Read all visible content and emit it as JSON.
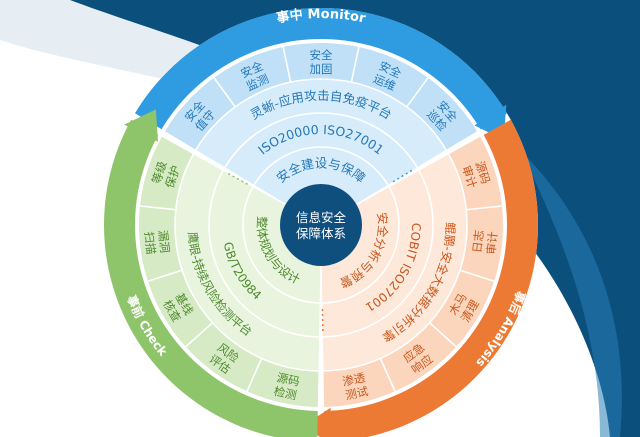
{
  "center": {
    "line1": "信息安全",
    "line2": "保障体系"
  },
  "monitor": {
    "arc_label": "事中 Monitor",
    "outer_items": [
      "安全值守",
      "安全监测",
      "安全加固",
      "安全运维",
      "安全巡检"
    ],
    "ring2": "灵蜥-应用攻击自免疫平台",
    "ring3": "ISO20000 ISO27001",
    "ring4": "安全建设与保障"
  },
  "analysis": {
    "arc_label": "事后 Analysis",
    "outer_items": [
      "源码审计",
      "日志审计",
      "木马清理",
      "应急响应",
      "渗透测试"
    ],
    "ring2": "鲲鹏-安全大数据分析引擎",
    "ring3": "COBIT ISO27001",
    "ring4": "安全分析与预警"
  },
  "check": {
    "arc_label": "事前 Check",
    "outer_items": [
      "源码检测",
      "风险评估",
      "基线核查",
      "漏洞扫描",
      "等级保护"
    ],
    "ring2": "鹰眼-持续风险检测平台",
    "ring3": "GB/T20984",
    "ring4": "整体规划与设计"
  },
  "colors": {
    "monitor": "#2f9be0",
    "analysis": "#ec7a34",
    "check": "#8ec56a",
    "center": "#0f4f7e",
    "background_dark": "#0b4f7d"
  }
}
